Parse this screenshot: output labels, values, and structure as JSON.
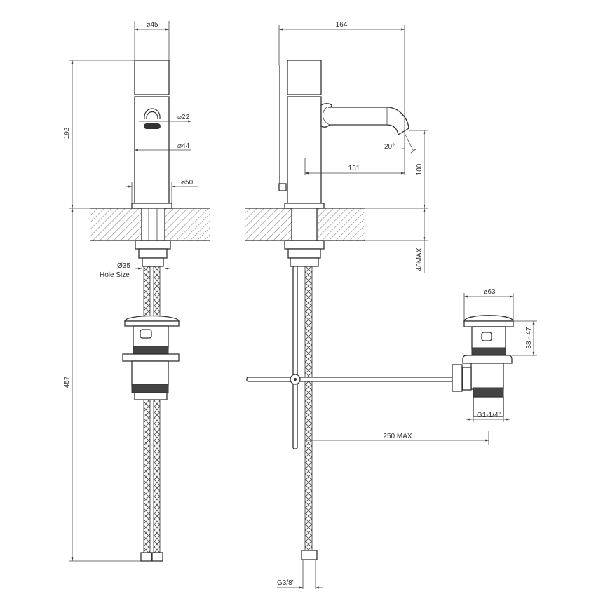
{
  "drawing": {
    "front_view": {
      "dim_top_diameter": "⌀45",
      "dim_height_above_counter": "192",
      "dim_aerator_diameter": "⌀22",
      "dim_body_diameter": "⌀44",
      "dim_base_diameter": "⌀50",
      "dim_hole": "Ø35",
      "hole_size_label": "Hole Size",
      "dim_total_below": "457"
    },
    "side_view": {
      "dim_projection": "164",
      "dim_spout_reach": "131",
      "dim_spout_angle": "20°",
      "dim_spout_height": "100",
      "dim_counter_thickness": "40MAX",
      "dim_rod_length": "250 MAX",
      "dim_hose_connection": "G3/8\""
    },
    "waste_view": {
      "dim_cap_diameter": "⌀63",
      "dim_height_range": "38 - 47",
      "dim_thread": "G1-1/4\""
    }
  }
}
